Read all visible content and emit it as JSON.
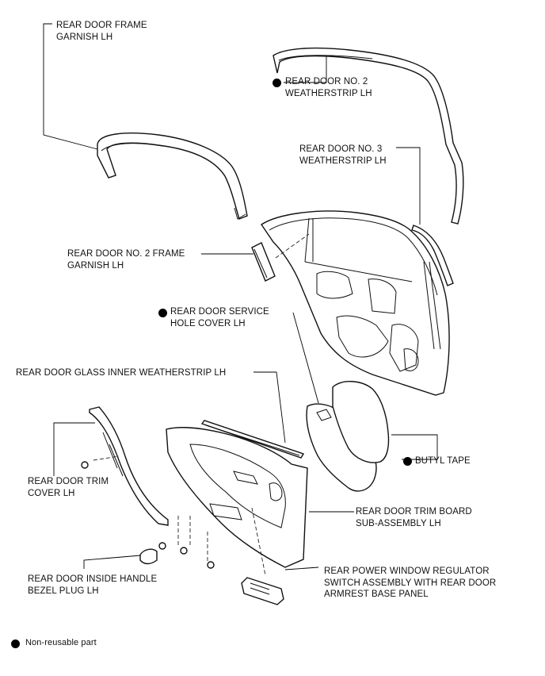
{
  "labels": {
    "frame_garnish": [
      "REAR DOOR FRAME",
      "GARNISH LH"
    ],
    "no2_weatherstrip": [
      "REAR DOOR NO. 2",
      "WEATHERSTRIP LH"
    ],
    "no3_weatherstrip": [
      "REAR DOOR NO. 3",
      "WEATHERSTRIP LH"
    ],
    "no2_frame_garnish": [
      "REAR DOOR NO. 2 FRAME",
      "GARNISH LH"
    ],
    "service_hole_cover": [
      "REAR DOOR SERVICE",
      "HOLE COVER LH"
    ],
    "glass_inner_weatherstrip": [
      "REAR DOOR GLASS INNER WEATHERSTRIP LH"
    ],
    "trim_cover": [
      "REAR DOOR TRIM",
      "COVER LH"
    ],
    "butyl_tape": [
      "BUTYL TAPE"
    ],
    "trim_board": [
      "REAR DOOR TRIM BOARD",
      "SUB-ASSEMBLY LH"
    ],
    "handle_bezel_plug": [
      "REAR DOOR INSIDE HANDLE",
      "BEZEL PLUG LH"
    ],
    "window_switch": [
      "REAR POWER WINDOW REGULATOR",
      "SWITCH ASSEMBLY WITH REAR DOOR",
      "ARMREST BASE PANEL"
    ]
  },
  "legend": {
    "non_reusable": "Non-reusable part",
    "marker_color": "#000000"
  }
}
